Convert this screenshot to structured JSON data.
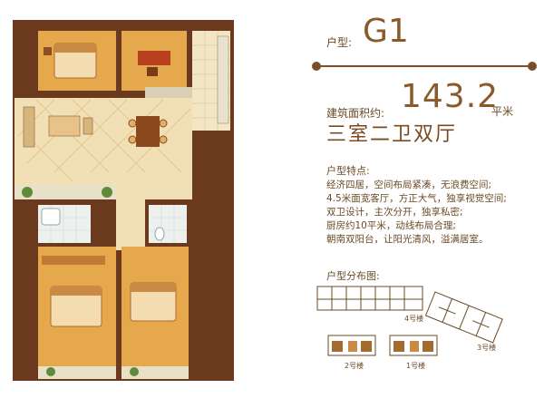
{
  "header": {
    "type_label": "户型:",
    "type_code": "G1",
    "area_label": "建筑面积约:",
    "area_value": "143.2",
    "area_unit": "平米",
    "layout_title": "三室二卫双厅"
  },
  "features": {
    "heading": "户型特点:",
    "lines": [
      "经济四居，空间布局紧凑，无浪费空间;",
      "4.5米面宽客厅，方正大气，独享视觉空间;",
      "双卫设计，主次分开，独享私密;",
      "厨房约10平米，动线布局合理;",
      "朝南双阳台，让阳光清风，溢满居室。"
    ]
  },
  "distribution": {
    "heading": "户型分布图:",
    "buildings": [
      "4号楼",
      "3号楼",
      "2号楼",
      "1号楼"
    ]
  },
  "colors": {
    "wall": "#6b3a1e",
    "floor_wood": "#e3a34a",
    "floor_tile": "#f1dfb6",
    "accent_text": "#8a5a2a"
  }
}
